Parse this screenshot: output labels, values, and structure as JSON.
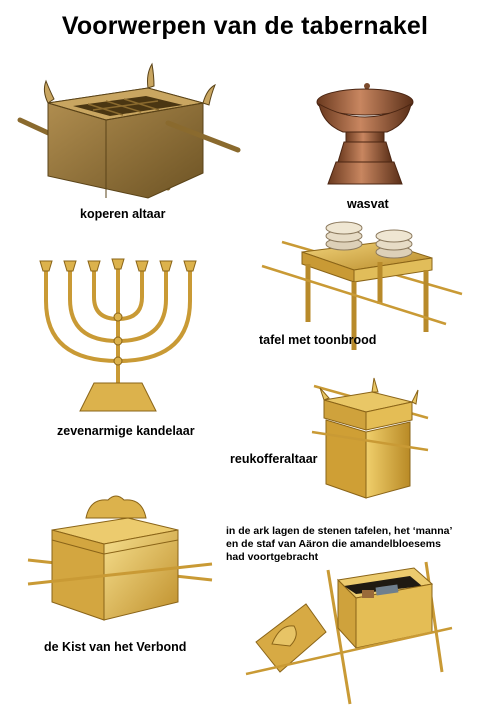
{
  "title": "Voorwerpen van de tabernakel",
  "items": {
    "altar": {
      "label": "koperen altaar",
      "icon": "bronze-altar-illustration"
    },
    "laver": {
      "label": "wasvat",
      "icon": "laver-basin-illustration"
    },
    "table": {
      "label": "tafel met toonbrood",
      "icon": "showbread-table-illustration"
    },
    "menorah": {
      "label": "zevenarmige kandelaar",
      "icon": "menorah-illustration"
    },
    "incense": {
      "label": "reukofferaltaar",
      "icon": "incense-altar-illustration"
    },
    "ark": {
      "label": "de Kist van het Verbond",
      "icon": "ark-of-covenant-illustration"
    },
    "ark_open": {
      "note_lines": [
        "in de ark lagen de stenen tafelen, het ‘manna’",
        "en de staf van Aäron die amandelbloesems",
        "had voortgebracht"
      ],
      "icon": "open-ark-with-contents-illustration"
    }
  },
  "colors": {
    "gold": "#d9b24a",
    "gold_dark": "#9c7420",
    "bronze": "#8a6a2e",
    "copper": "#a0522d"
  }
}
